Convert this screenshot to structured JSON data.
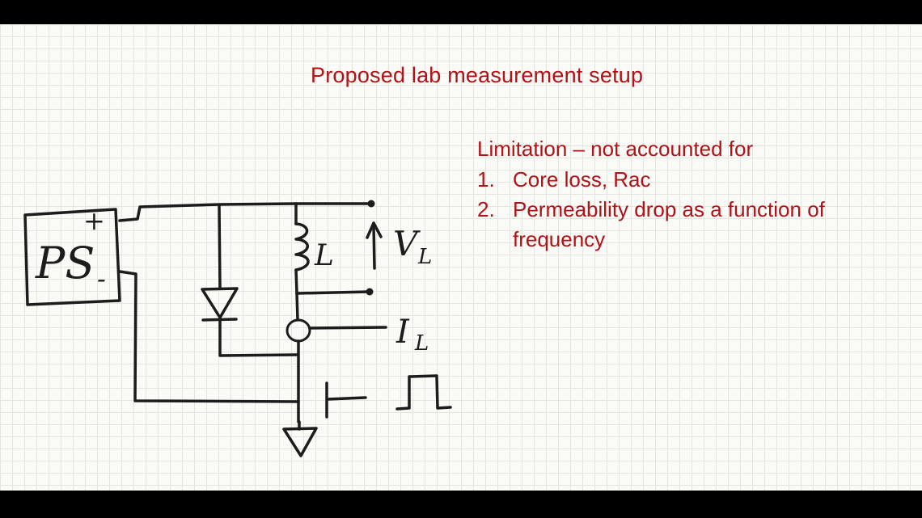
{
  "colors": {
    "accent": "#b01218",
    "ink": "#1c1c1c",
    "paper_bg": "#fafaf6",
    "grid_line": "#e3e6df",
    "frame_bg": "#000000"
  },
  "title": {
    "text": "Proposed lab measurement setup"
  },
  "notes": {
    "heading": "Limitation – not accounted for",
    "items": [
      {
        "number": "1.",
        "text": "Core loss, Rac"
      },
      {
        "number": "2.",
        "text": "Permeability drop as a function of frequency"
      }
    ]
  },
  "circuit": {
    "labels": {
      "power_supply": "PS",
      "plus": "+",
      "minus": "-",
      "inductor": "L",
      "voltage": "V",
      "voltage_sub": "L",
      "current": "I",
      "current_sub": "L"
    }
  }
}
